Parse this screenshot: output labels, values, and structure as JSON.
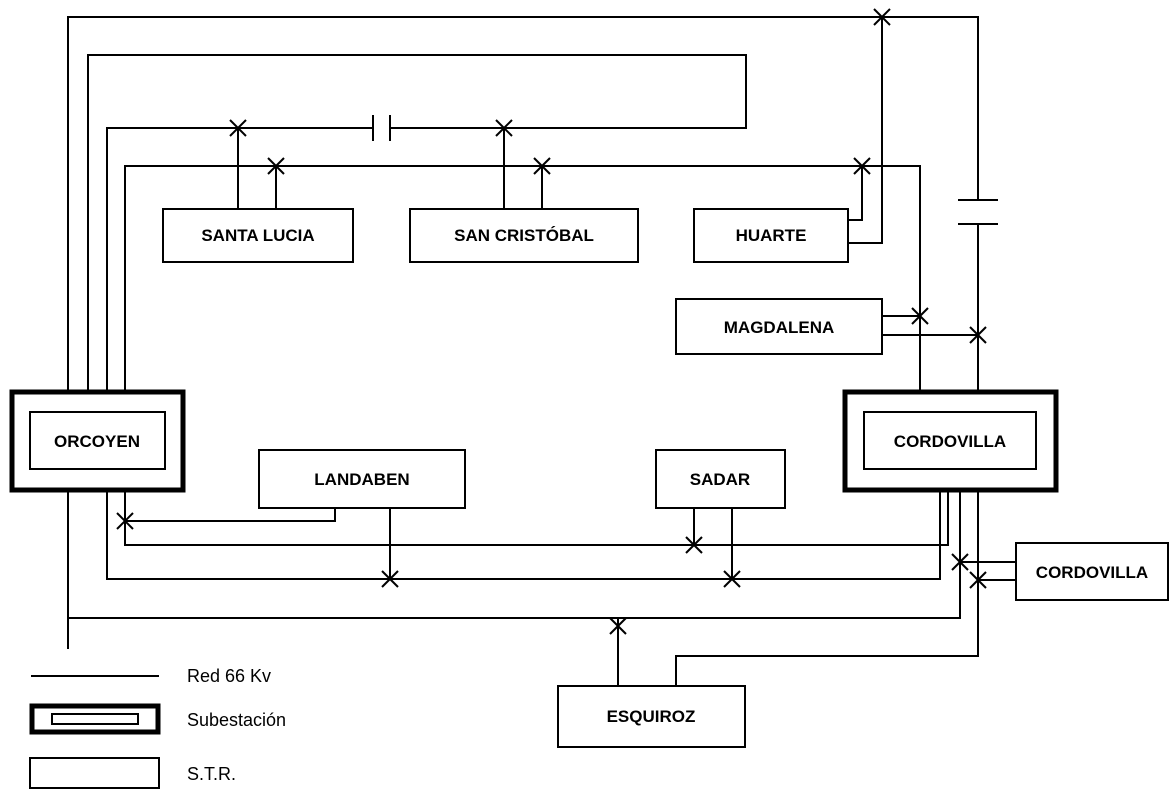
{
  "substations": {
    "orcoyen": "ORCOYEN",
    "cordovilla": "CORDOVILLA"
  },
  "str": {
    "santa_lucia": "SANTA LUCIA",
    "san_cristobal": "SAN CRISTÓBAL",
    "huarte": "HUARTE",
    "magdalena": "MAGDALENA",
    "landaben": "LANDABEN",
    "sadar": "SADAR",
    "cordovilla": "CORDOVILLA",
    "esquiroz": "ESQUIROZ"
  },
  "legend": {
    "line": "Red 66 Kv",
    "substation": "Subestación",
    "str": "S.T.R."
  }
}
